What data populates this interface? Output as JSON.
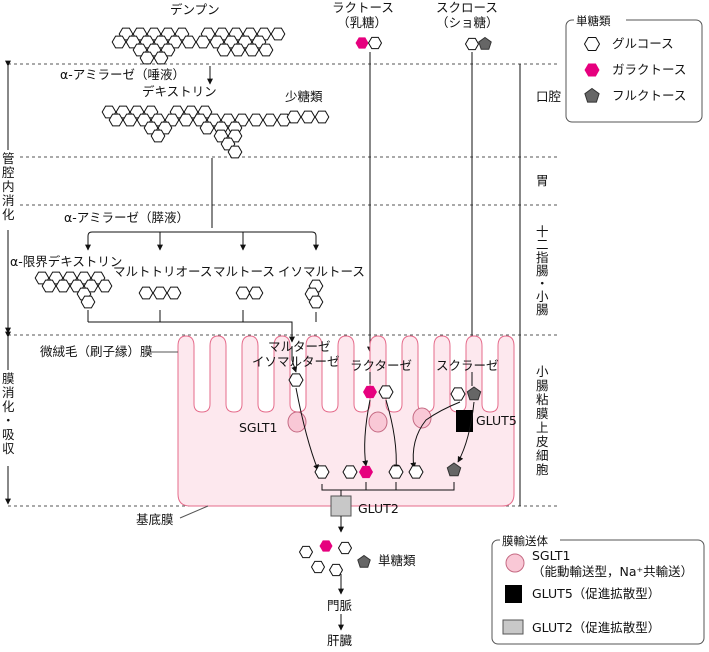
{
  "regions": {
    "mouth": "口腔",
    "stomach": "胃",
    "duodenum": [
      "十",
      "二",
      "指",
      "腸",
      "・",
      "小",
      "腸"
    ],
    "epithelium": [
      "小",
      "腸",
      "粘",
      "膜",
      "上",
      "皮",
      "細",
      "胞"
    ]
  },
  "phases": {
    "luminal": [
      "管",
      "腔",
      "内",
      "消",
      "化"
    ],
    "membrane": [
      "膜",
      "消",
      "化",
      "・",
      "吸",
      "収"
    ]
  },
  "sugars": {
    "starch": "デンプン",
    "lactose_line1": "ラクトース",
    "lactose_line2": "（乳糖）",
    "sucrose_line1": "スクロース",
    "sucrose_line2": "（ショ糖）"
  },
  "mouth": {
    "enzyme": "α-アミラーゼ（唾液）",
    "dextrin": "デキストリン",
    "oligo": "少糖類"
  },
  "duodenum": {
    "enzyme": "α-アミラーゼ（膵液）",
    "limit_dextrin": "α-限界デキストリン",
    "maltotriose": "マルトトリオース",
    "maltose": "マルトース",
    "isomaltose": "イソマルトース"
  },
  "cell": {
    "microvilli": "微絨毛（刷子縁）膜",
    "maltase_line1": "マルターゼ",
    "maltase_line2": "イソマルターゼ",
    "lactase": "ラクターゼ",
    "sucrase": "スクラーゼ",
    "sglt1": "SGLT1",
    "glut5": "GLUT5",
    "glut2": "GLUT2",
    "basement": "基底膜"
  },
  "output": {
    "monosaccharides": "単糖類",
    "portal_vein": "門脈",
    "liver": "肝臓"
  },
  "legend_mono": {
    "title": "単糖類",
    "items": [
      "グルコース",
      "ガラクトース",
      "フルクトース"
    ]
  },
  "legend_transport": {
    "title": "膜輸送体",
    "sglt1_line1": "SGLT1",
    "sglt1_line2": "（能動輸送型，Na⁺共輸送）",
    "glut5": "GLUT5（促進拡散型）",
    "glut2": "GLUT2（促進拡散型）"
  },
  "colors": {
    "galactose": "#e6007e",
    "fructose": "#666666",
    "cell_fill": "#fde8ee",
    "cell_stroke": "#e56b8b",
    "sglt1_fill": "#f9c8d6",
    "glut2_fill": "#c8c8c8"
  }
}
